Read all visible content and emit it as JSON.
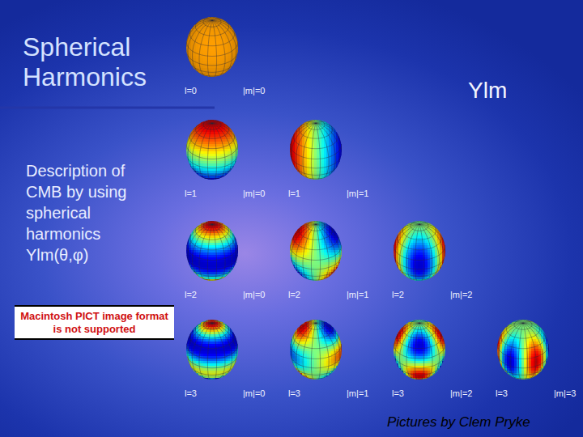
{
  "diagram": {
    "title": "Spherical Harmonics",
    "nodes": [
      {
        "text": [
          "Macintosh PICT image format is not supported"
        ]
      }
    ],
    "labels": [
      "Ylm",
      "Description of CMB by using spherical harmonics Ylm(θ,φ)",
      "l=0",
      "|m|=0",
      "l=1",
      "|m|=0",
      "l=1",
      "|m|=1",
      "l=2",
      "|m|=0",
      "l=2",
      "|m|=1",
      "l=2",
      "|m|=2",
      "l=3",
      "|m|=0",
      "l=3",
      "|m|=1",
      "l=3",
      "|m|=2",
      "l=3",
      "|m|=3",
      "Pictures by Clem Pryke"
    ]
  }
}
